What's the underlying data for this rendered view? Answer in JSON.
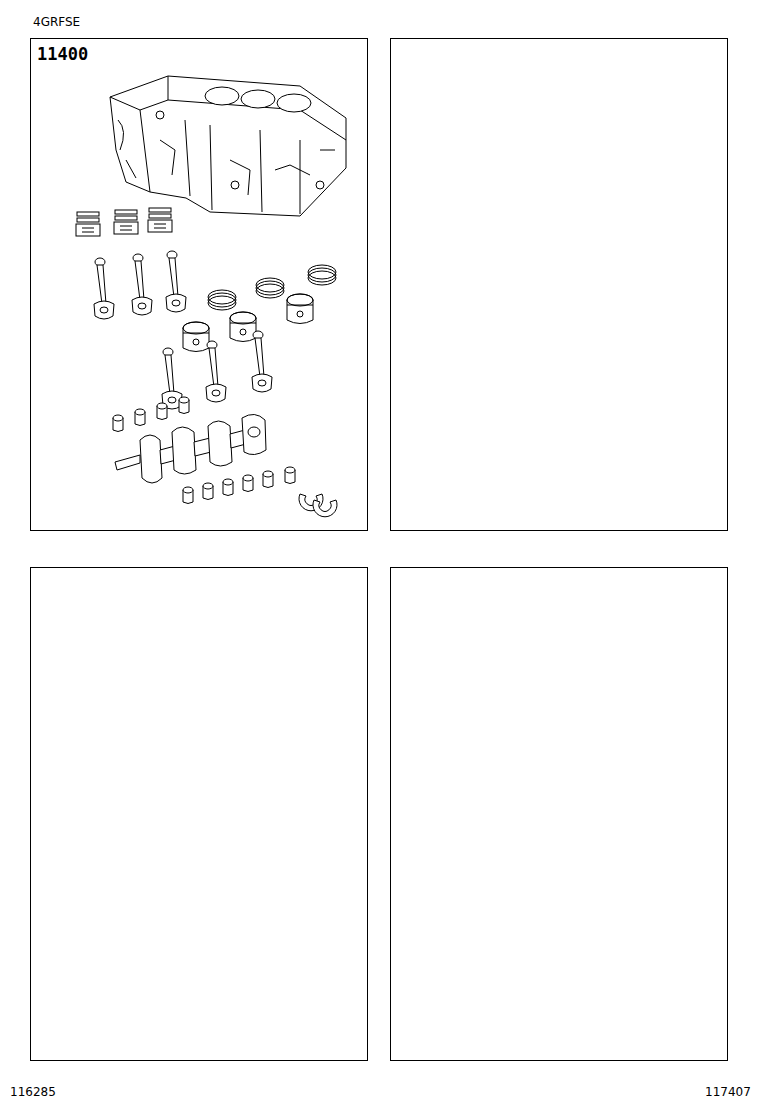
{
  "diagram": {
    "nodes": [
      {
        "text": [
          "11400"
        ]
      }
    ],
    "labels": [
      "4GRFSE",
      "116285",
      "117407"
    ]
  }
}
